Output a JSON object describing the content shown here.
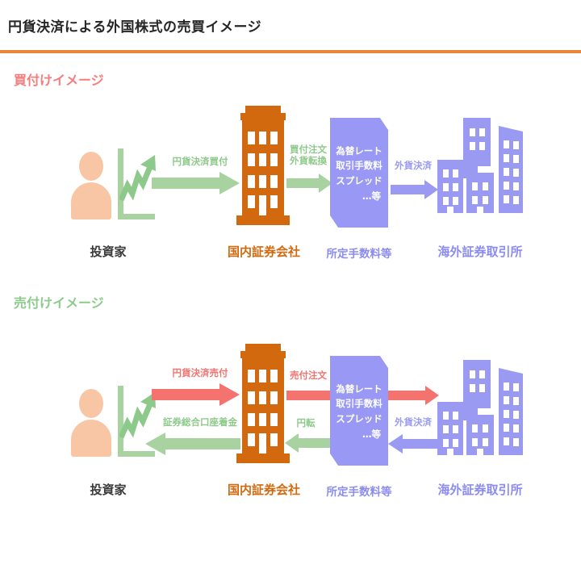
{
  "header": {
    "title": "円貨決済による外国株式の売買イメージ",
    "rule_color": "#e8863c"
  },
  "sections": {
    "buy": {
      "heading": "買付けイメージ",
      "color": "#f87c7c"
    },
    "sell": {
      "heading": "売付けイメージ",
      "color": "#8dcb8d"
    }
  },
  "entities": {
    "investor": {
      "label": "投資家",
      "color": "#3a3a3a",
      "icon": "investor-chart-icon"
    },
    "broker": {
      "label": "国内証券会社",
      "color": "#d2690e",
      "icon": "building-icon"
    },
    "fees": {
      "label": "所定手数料等",
      "color": "#8c8cf0",
      "items": [
        "為替レート",
        "取引手数料",
        "スプレッド",
        "…等"
      ]
    },
    "exchange": {
      "label": "海外証券取引所",
      "color": "#8c8cf0",
      "icon": "city-skyline-icon"
    }
  },
  "buy_flow": {
    "a1": {
      "label": "円貨決済買付",
      "color": "#a8d3a0",
      "direction": "right"
    },
    "a2": {
      "label_line1": "買付注文",
      "label_line2": "外貨転換",
      "color": "#a8d3a0",
      "direction": "right"
    },
    "a3": {
      "label": "外貨決済",
      "color": "#9a9af2",
      "direction": "right"
    }
  },
  "sell_flow": {
    "a1": {
      "label": "円貨決済売付",
      "color": "#f4736f",
      "direction": "right"
    },
    "a2": {
      "label": "証券総合口座着金",
      "color": "#a8d3a0",
      "direction": "left"
    },
    "a3": {
      "label": "売付注文",
      "color": "#f4736f",
      "direction": "right"
    },
    "a4": {
      "label": "円転",
      "color": "#a8d3a0",
      "direction": "left"
    },
    "a5": {
      "label": "外貨決済",
      "color": "#9a9af2",
      "direction": "left"
    }
  },
  "colors": {
    "orange": "#d2690e",
    "green": "#a8d3a0",
    "red": "#f4736f",
    "purple": "#9999f5",
    "skin": "#f8c6a4"
  }
}
